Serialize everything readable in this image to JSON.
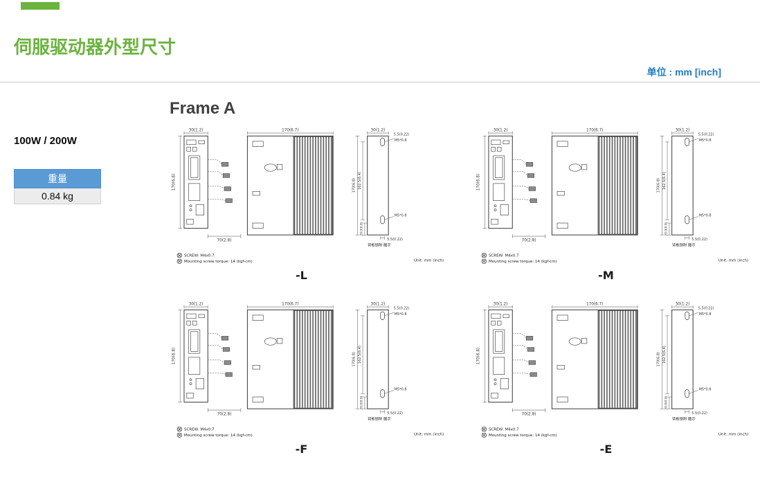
{
  "colors": {
    "accent_green": "#6cb33f",
    "accent_blue": "#1f7cc2",
    "table_header_blue": "#5b9bd5"
  },
  "header": {
    "title": "伺服驱动器外型尺寸",
    "unit_note": "单位 : mm [inch]"
  },
  "section": {
    "frame_title": "Frame A",
    "power_rating": "100W / 200W"
  },
  "weight": {
    "label": "重量",
    "value": "0.84 kg"
  },
  "dims": {
    "front_top": "30(1.2)",
    "front_height": "170(6.8)",
    "cable_width": "70(2.8)",
    "side_top": "170(6.7)",
    "rear_top": "30(1.2)",
    "rear_height": "170(6.8)",
    "rear_mount_span": "162.5(6.4)",
    "rear_slot_top": "5.5(0.22)",
    "rear_screw_top": "M5*0.8",
    "rear_screw_bottom": "M5*0.8",
    "rear_slot_bottom": "5.5(0.22)",
    "rear_bottom_offset": "20.0(0.8)",
    "rear_caption": "背板锁附 图示"
  },
  "notes": {
    "screw": "SCREW: M4x0.7",
    "torque": "Mounting screw torque: 14 (kgf-cm)",
    "unit": "Unit: mm (inch)"
  },
  "drawings": [
    {
      "id": "L",
      "label": "-L"
    },
    {
      "id": "M",
      "label": "-M"
    },
    {
      "id": "F",
      "label": "-F"
    },
    {
      "id": "E",
      "label": "-E"
    }
  ]
}
